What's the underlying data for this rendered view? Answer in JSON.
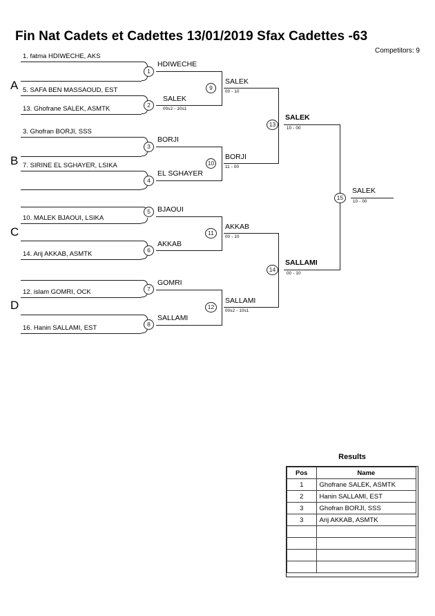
{
  "header": {
    "title": "Fin Nat Cadets et Cadettes  13/01/2019  Sfax   Cadettes -63",
    "competitors_label": "Competitors: 9"
  },
  "pools": [
    {
      "letter": "A"
    },
    {
      "letter": "B"
    },
    {
      "letter": "C"
    },
    {
      "letter": "D"
    }
  ],
  "entrants": [
    {
      "label": "1. fatma HDIWECHE, AKS"
    },
    {
      "label": "5. SAFA BEN MASSAOUD, EST"
    },
    {
      "label": "13. Ghofrane SALEK, ASMTK"
    },
    {
      "label": "3. Ghofran BORJI, SSS"
    },
    {
      "label": "7. SIRINE EL SGHAYER, LSIKA"
    },
    {
      "label": "10. MALEK BJAOUI, LSIKA"
    },
    {
      "label": "14. Arij AKKAB, ASMTK"
    },
    {
      "label": "12. islam GOMRI, OCK"
    },
    {
      "label": "16. Hanin SALLAMI, EST"
    }
  ],
  "matches": [
    {
      "number": "1",
      "winner": "HDIWECHE",
      "score": ""
    },
    {
      "number": "2",
      "winner": "SALEK",
      "score": "00s2 - 10s1"
    },
    {
      "number": "3",
      "winner": "BORJI",
      "score": ""
    },
    {
      "number": "4",
      "winner": "EL SGHAYER",
      "score": ""
    },
    {
      "number": "5",
      "winner": "BJAOUI",
      "score": ""
    },
    {
      "number": "6",
      "winner": "AKKAB",
      "score": ""
    },
    {
      "number": "7",
      "winner": "GOMRI",
      "score": ""
    },
    {
      "number": "8",
      "winner": "SALLAMI",
      "score": ""
    },
    {
      "number": "9",
      "winner": "SALEK",
      "score": "00 - 10"
    },
    {
      "number": "10",
      "winner": "BORJI",
      "score": "11 - 00"
    },
    {
      "number": "11",
      "winner": "AKKAB",
      "score": "00 - 10"
    },
    {
      "number": "12",
      "winner": "SALLAMI",
      "score": "00s2 - 10s1"
    },
    {
      "number": "13",
      "winner": "SALEK",
      "score": "10 - 00"
    },
    {
      "number": "14",
      "winner": "SALLAMI",
      "score": "00 - 10"
    },
    {
      "number": "15",
      "winner": "SALEK",
      "score": "10 - 00"
    }
  ],
  "results": {
    "title": "Results",
    "columns": [
      "Pos",
      "Name"
    ],
    "rows": [
      {
        "pos": "1",
        "name": "Ghofrane SALEK, ASMTK"
      },
      {
        "pos": "2",
        "name": "Hanin SALLAMI, EST"
      },
      {
        "pos": "3",
        "name": "Ghofran BORJI, SSS"
      },
      {
        "pos": "3",
        "name": "Arij AKKAB, ASMTK"
      },
      {
        "pos": "",
        "name": ""
      },
      {
        "pos": "",
        "name": ""
      },
      {
        "pos": "",
        "name": ""
      },
      {
        "pos": "",
        "name": ""
      }
    ]
  }
}
